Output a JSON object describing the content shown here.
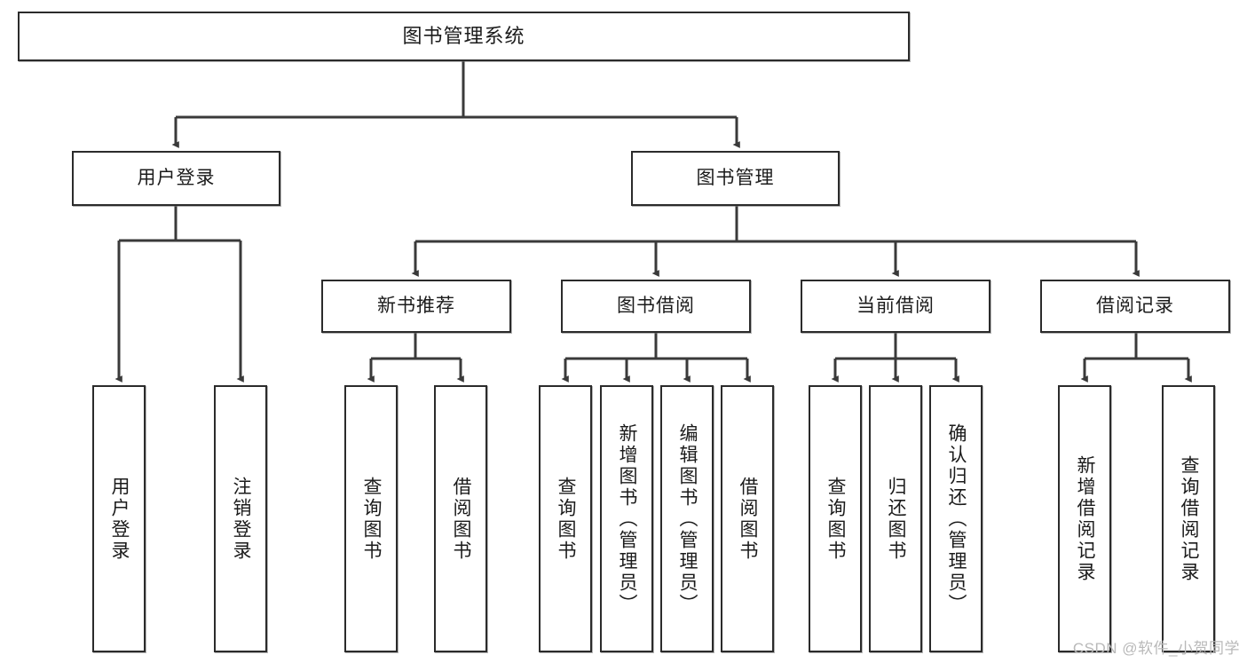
{
  "diagram": {
    "title": "图书管理系统",
    "type": "tree",
    "watermark": "CSDN @软件_小贺同学",
    "colors": {
      "box_border": "#2b2b2b",
      "box_fill": "#ffffff",
      "edge": "#3a3a3a",
      "text": "#1b1b1b",
      "watermark": "#b9b9b9"
    },
    "root": {
      "id": "root",
      "label": "图书管理系统"
    },
    "level2": [
      {
        "id": "user-login",
        "label": "用户登录"
      },
      {
        "id": "book-manage",
        "label": "图书管理"
      }
    ],
    "level3": [
      {
        "id": "new-book-recommend",
        "label": "新书推荐",
        "parent": "book-manage"
      },
      {
        "id": "book-borrow",
        "label": "图书借阅",
        "parent": "book-manage"
      },
      {
        "id": "current-borrow",
        "label": "当前借阅",
        "parent": "book-manage"
      },
      {
        "id": "borrow-record",
        "label": "借阅记录",
        "parent": "book-manage"
      }
    ],
    "leaves": [
      {
        "id": "leaf-user-login",
        "label": "用户登录",
        "parent": "user-login"
      },
      {
        "id": "leaf-user-logout",
        "label": "注销登录",
        "parent": "user-login"
      },
      {
        "id": "leaf-query-book-1",
        "label": "查询图书",
        "parent": "new-book-recommend"
      },
      {
        "id": "leaf-borrow-book-1",
        "label": "借阅图书",
        "parent": "new-book-recommend"
      },
      {
        "id": "leaf-query-book-2",
        "label": "查询图书",
        "parent": "book-borrow"
      },
      {
        "id": "leaf-add-book",
        "label": "新增图书（管理员）",
        "parent": "book-borrow"
      },
      {
        "id": "leaf-edit-book",
        "label": "编辑图书（管理员）",
        "parent": "book-borrow"
      },
      {
        "id": "leaf-borrow-book-2",
        "label": "借阅图书",
        "parent": "book-borrow"
      },
      {
        "id": "leaf-query-book-3",
        "label": "查询图书",
        "parent": "current-borrow"
      },
      {
        "id": "leaf-return-book",
        "label": "归还图书",
        "parent": "current-borrow"
      },
      {
        "id": "leaf-confirm-return",
        "label": "确认归还（管理员）",
        "parent": "current-borrow"
      },
      {
        "id": "leaf-add-record",
        "label": "新增借阅记录",
        "parent": "borrow-record"
      },
      {
        "id": "leaf-query-record",
        "label": "查询借阅记录",
        "parent": "borrow-record"
      }
    ]
  }
}
